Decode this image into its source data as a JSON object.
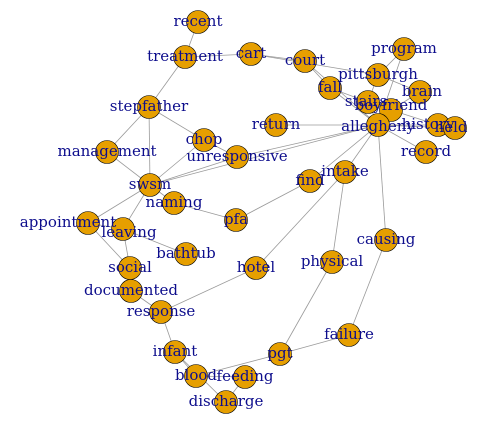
{
  "node_fill": "#e69f00",
  "node_stroke": "#000000",
  "label_color": "#0d0d8c",
  "edge_color": "#9a9a9a",
  "nodes": [
    {
      "id": "recent",
      "label": "recent"
    },
    {
      "id": "treatment",
      "label": "treatment"
    },
    {
      "id": "cart",
      "label": "cart"
    },
    {
      "id": "court",
      "label": "court"
    },
    {
      "id": "program",
      "label": "program"
    },
    {
      "id": "pittsburgh",
      "label": "pittsburgh"
    },
    {
      "id": "fall",
      "label": "fall"
    },
    {
      "id": "brain",
      "label": "brain"
    },
    {
      "id": "stairs",
      "label": "stairs"
    },
    {
      "id": "boyfriend",
      "label": "boyfriend"
    },
    {
      "id": "allegheny",
      "label": "allegheny"
    },
    {
      "id": "history",
      "label": "history"
    },
    {
      "id": "held",
      "label": "held"
    },
    {
      "id": "record",
      "label": "record"
    },
    {
      "id": "stepfather",
      "label": "stepfather"
    },
    {
      "id": "return",
      "label": "return"
    },
    {
      "id": "chop",
      "label": "chop"
    },
    {
      "id": "management",
      "label": "management"
    },
    {
      "id": "unresponsive",
      "label": "unresponsive"
    },
    {
      "id": "intake",
      "label": "intake"
    },
    {
      "id": "find",
      "label": "find"
    },
    {
      "id": "swsm",
      "label": "swsm"
    },
    {
      "id": "naming",
      "label": "naming"
    },
    {
      "id": "pfa",
      "label": "pfa"
    },
    {
      "id": "appointment",
      "label": "appointment"
    },
    {
      "id": "leaving",
      "label": "leaving"
    },
    {
      "id": "bathtub",
      "label": "bathtub"
    },
    {
      "id": "causing",
      "label": "causing"
    },
    {
      "id": "hotel",
      "label": "hotel"
    },
    {
      "id": "physical",
      "label": "physical"
    },
    {
      "id": "social",
      "label": "social"
    },
    {
      "id": "documented",
      "label": "documented"
    },
    {
      "id": "response",
      "label": "response"
    },
    {
      "id": "failure",
      "label": "failure"
    },
    {
      "id": "infant",
      "label": "infant"
    },
    {
      "id": "pgt",
      "label": "pgt"
    },
    {
      "id": "blood",
      "label": "blood"
    },
    {
      "id": "feeding",
      "label": "feeding"
    },
    {
      "id": "discharge",
      "label": "discharge"
    }
  ],
  "edges": [
    [
      "recent",
      "treatment"
    ],
    [
      "treatment",
      "cart"
    ],
    [
      "cart",
      "court"
    ],
    [
      "court",
      "allegheny"
    ],
    [
      "treatment",
      "stepfather"
    ],
    [
      "stepfather",
      "management"
    ],
    [
      "stepfather",
      "swsm"
    ],
    [
      "stepfather",
      "chop"
    ],
    [
      "management",
      "swsm"
    ],
    [
      "swsm",
      "chop"
    ],
    [
      "chop",
      "unresponsive"
    ],
    [
      "swsm",
      "unresponsive"
    ],
    [
      "swsm",
      "allegheny"
    ],
    [
      "return",
      "allegheny"
    ],
    [
      "unresponsive",
      "allegheny"
    ],
    [
      "swsm",
      "naming"
    ],
    [
      "naming",
      "pfa"
    ],
    [
      "pfa",
      "find"
    ],
    [
      "find",
      "allegheny"
    ],
    [
      "swsm",
      "appointment"
    ],
    [
      "swsm",
      "leaving"
    ],
    [
      "appointment",
      "leaving"
    ],
    [
      "leaving",
      "bathtub"
    ],
    [
      "leaving",
      "social"
    ],
    [
      "appointment",
      "social"
    ],
    [
      "social",
      "documented"
    ],
    [
      "documented",
      "response"
    ],
    [
      "response",
      "hotel"
    ],
    [
      "hotel",
      "intake"
    ],
    [
      "intake",
      "allegheny"
    ],
    [
      "intake",
      "physical"
    ],
    [
      "physical",
      "pgt"
    ],
    [
      "pgt",
      "blood"
    ],
    [
      "pgt",
      "failure"
    ],
    [
      "failure",
      "causing"
    ],
    [
      "causing",
      "allegheny"
    ],
    [
      "response",
      "infant"
    ],
    [
      "infant",
      "blood"
    ],
    [
      "blood",
      "feeding"
    ],
    [
      "feeding",
      "discharge"
    ],
    [
      "infant",
      "discharge"
    ],
    [
      "program",
      "pittsburgh"
    ],
    [
      "pittsburgh",
      "stairs"
    ],
    [
      "fall",
      "stairs"
    ],
    [
      "stairs",
      "boyfriend"
    ],
    [
      "boyfriend",
      "allegheny"
    ],
    [
      "allegheny",
      "history"
    ],
    [
      "history",
      "held"
    ],
    [
      "allegheny",
      "record"
    ],
    [
      "brain",
      "boyfriend"
    ],
    [
      "pittsburgh",
      "brain"
    ],
    [
      "fall",
      "allegheny"
    ],
    [
      "program",
      "allegheny"
    ],
    [
      "court",
      "fall"
    ],
    [
      "stairs",
      "allegheny"
    ],
    [
      "boyfriend",
      "history"
    ],
    [
      "allegheny",
      "held"
    ],
    [
      "cart",
      "pittsburgh"
    ]
  ]
}
